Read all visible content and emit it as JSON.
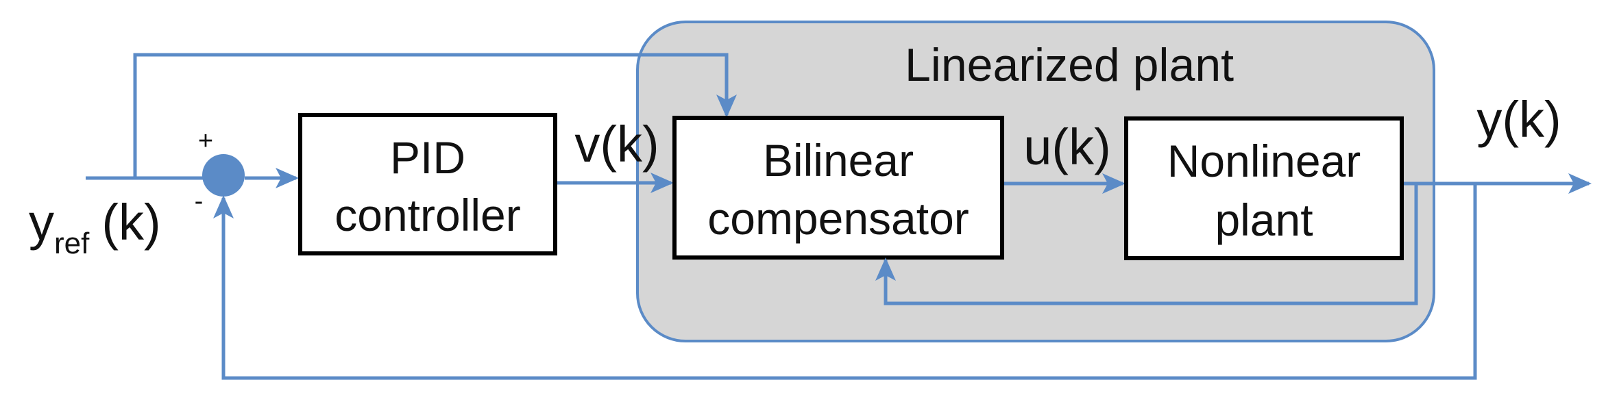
{
  "group": {
    "label": "Linearized plant",
    "fill": "#d6d6d6",
    "border": "#5b8bc7"
  },
  "blocks": {
    "pid": {
      "line1": "PID",
      "line2": "controller"
    },
    "bilinear": {
      "line1": "Bilinear",
      "line2": "compensator"
    },
    "nonlinear": {
      "line1": "Nonlinear",
      "line2": "plant"
    }
  },
  "signals": {
    "reference": {
      "base": "y",
      "subscript": "ref",
      "argument": "(k)"
    },
    "v": "v(k)",
    "u": "u(k)",
    "output": "y(k)"
  },
  "summing_junction": {
    "plus_sign": "+",
    "minus_sign": "-"
  },
  "colors": {
    "arrow": "#5b8bc7",
    "junction": "#5b8bc7",
    "block_border": "#000000",
    "block_fill": "#ffffff"
  }
}
